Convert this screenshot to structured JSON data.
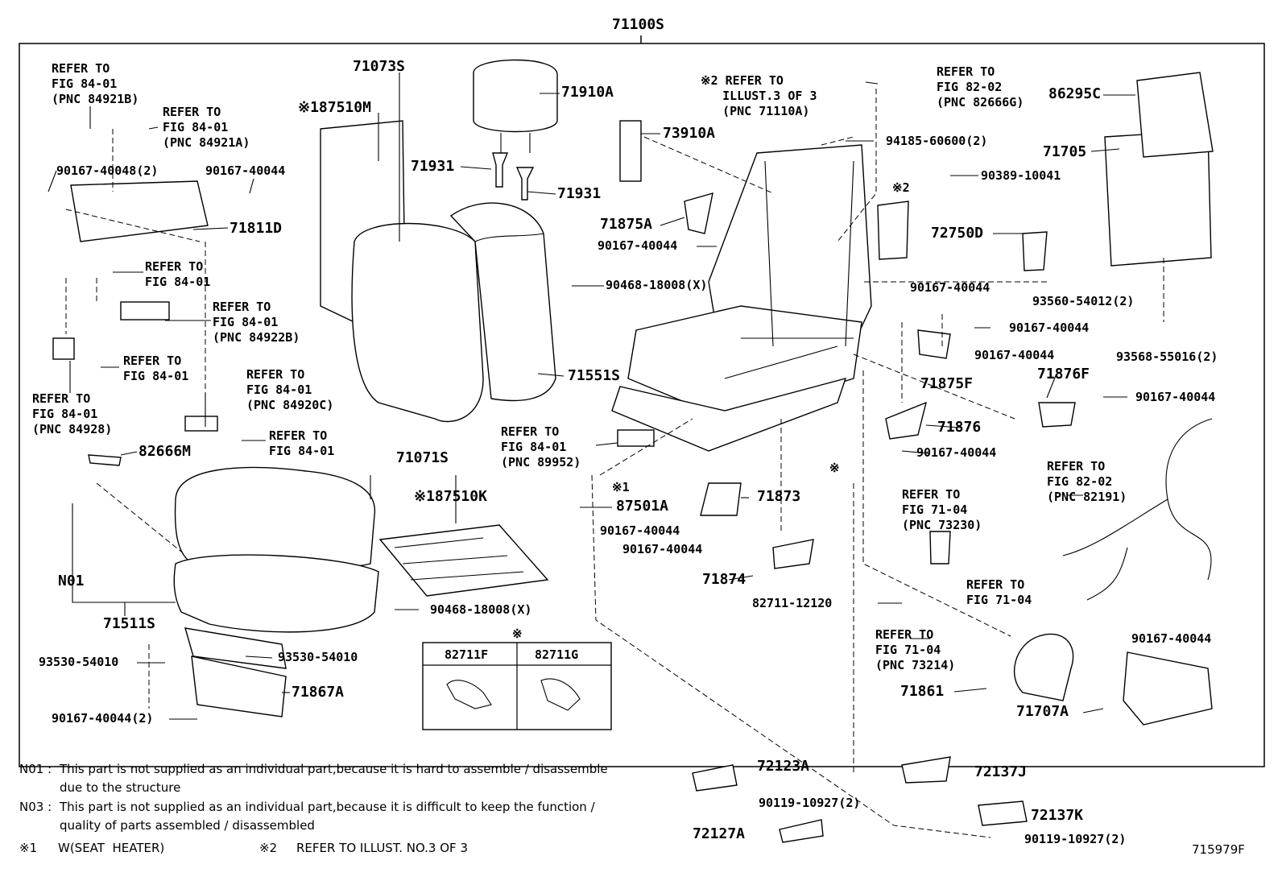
{
  "assembly": {
    "number": "71100S"
  },
  "callouts": [
    {
      "id": "c1",
      "text": "REFER TO\nFIG 84-01\n(PNC 84921B)"
    },
    {
      "id": "c2",
      "text": "REFER TO\nFIG 84-01\n(PNC 84921A)"
    },
    {
      "id": "c3",
      "text": "90167-40048(2)"
    },
    {
      "id": "c4",
      "text": "90167-40044"
    },
    {
      "id": "c5",
      "text": "71811D"
    },
    {
      "id": "c6",
      "text": "REFER TO\nFIG 84-01"
    },
    {
      "id": "c7",
      "text": "REFER TO\nFIG 84-01\n(PNC 84922B)"
    },
    {
      "id": "c8",
      "text": "REFER TO\nFIG 84-01"
    },
    {
      "id": "c9",
      "text": "REFER TO\nFIG 84-01\n(PNC 84928)"
    },
    {
      "id": "c10",
      "text": "REFER TO\nFIG 84-01\n(PNC 84920C)"
    },
    {
      "id": "c11",
      "text": "REFER TO\nFIG 84-01"
    },
    {
      "id": "c12",
      "text": "82666M"
    },
    {
      "id": "c13",
      "text": "N01"
    },
    {
      "id": "c14",
      "text": "71511S"
    },
    {
      "id": "c15",
      "text": "93530-54010"
    },
    {
      "id": "c16",
      "text": "93530-54010"
    },
    {
      "id": "c17",
      "text": "71867A"
    },
    {
      "id": "c18",
      "text": "90167-40044(2)"
    },
    {
      "id": "c19",
      "text": "71073S"
    },
    {
      "id": "c20",
      "text": "※187510M"
    },
    {
      "id": "c21",
      "text": "71910A"
    },
    {
      "id": "c22",
      "text": "71931"
    },
    {
      "id": "c23",
      "text": "71931"
    },
    {
      "id": "c24",
      "text": "73910A"
    },
    {
      "id": "c25",
      "text": "71875A"
    },
    {
      "id": "c26",
      "text": "90167-40044"
    },
    {
      "id": "c27",
      "text": "90468-18008(X)"
    },
    {
      "id": "c28",
      "text": "71551S"
    },
    {
      "id": "c29",
      "text": "REFER TO\nFIG 84-01\n(PNC 89952)"
    },
    {
      "id": "c30",
      "text": "71071S"
    },
    {
      "id": "c31",
      "text": "※187510K"
    },
    {
      "id": "c32",
      "text": "※1"
    },
    {
      "id": "c33",
      "text": "87501A"
    },
    {
      "id": "c34",
      "text": "90468-18008(X)"
    },
    {
      "id": "c35",
      "text": "※2 REFER TO\n   ILLUST.3 OF 3\n   (PNC 71110A)"
    },
    {
      "id": "c36",
      "text": "※2"
    },
    {
      "id": "c37",
      "text": "71873"
    },
    {
      "id": "c38",
      "text": "90167-40044"
    },
    {
      "id": "c39",
      "text": "90167-40044"
    },
    {
      "id": "c40",
      "text": "71874"
    },
    {
      "id": "c41",
      "text": "82711-12120"
    },
    {
      "id": "c42",
      "text": "※"
    },
    {
      "id": "c43",
      "text": "REFER TO\nFIG 82-02\n(PNC 82666G)"
    },
    {
      "id": "c44",
      "text": "94185-60600(2)"
    },
    {
      "id": "c45",
      "text": "90389-10041"
    },
    {
      "id": "c46",
      "text": "72750D"
    },
    {
      "id": "c47",
      "text": "90167-40044"
    },
    {
      "id": "c48",
      "text": "90167-40044"
    },
    {
      "id": "c49",
      "text": "71875F"
    },
    {
      "id": "c50",
      "text": "90167-40044"
    },
    {
      "id": "c51",
      "text": "71876F"
    },
    {
      "id": "c52",
      "text": "90167-40044"
    },
    {
      "id": "c53",
      "text": "71876"
    },
    {
      "id": "c54",
      "text": "90167-40044"
    },
    {
      "id": "c55",
      "text": "86295C"
    },
    {
      "id": "c56",
      "text": "71705"
    },
    {
      "id": "c57",
      "text": "93560-54012(2)"
    },
    {
      "id": "c58",
      "text": "93568-55016(2)"
    },
    {
      "id": "c59",
      "text": "REFER TO\nFIG 82-02\n(PNC 82191)"
    },
    {
      "id": "c60",
      "text": "REFER TO\nFIG 71-04\n(PNC 73230)"
    },
    {
      "id": "c61",
      "text": "REFER TO\nFIG 71-04"
    },
    {
      "id": "c62",
      "text": "REFER TO\nFIG 71-04\n(PNC 73214)"
    },
    {
      "id": "c63",
      "text": "71861"
    },
    {
      "id": "c64",
      "text": "90167-40044"
    },
    {
      "id": "c65",
      "text": "71707A"
    },
    {
      "id": "c66",
      "text": "72123A"
    },
    {
      "id": "c67",
      "text": "72137J"
    },
    {
      "id": "c68",
      "text": "90119-10927(2)"
    },
    {
      "id": "c69",
      "text": "72137K"
    },
    {
      "id": "c70",
      "text": "72127A"
    },
    {
      "id": "c71",
      "text": "90119-10927(2)"
    }
  ],
  "clip_table": {
    "mark": "※",
    "headers": [
      "82711F",
      "82711G"
    ]
  },
  "notes": [
    {
      "code": "N01 :",
      "text": "This part is not supplied as an individual part,because it is hard to assemble / disassemble",
      "cont": "due to the structure"
    },
    {
      "code": "N03 :",
      "text": "This part is not supplied as an individual part,because it is difficult to keep the function /",
      "cont": "quality of parts assembled / disassembled"
    }
  ],
  "footnotes": [
    {
      "mark": "※1",
      "text": "W(SEAT  HEATER)"
    },
    {
      "mark": "※2",
      "text": "REFER TO ILLUST. NO.3 OF 3"
    }
  ],
  "illustration_id": "715979F"
}
